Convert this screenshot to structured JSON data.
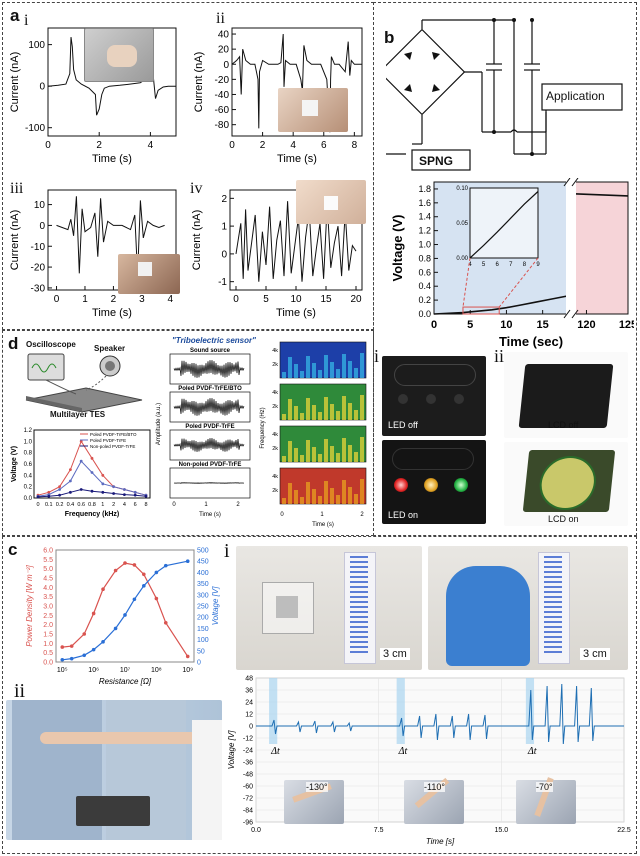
{
  "labels": {
    "a": "a",
    "b": "b",
    "c": "c",
    "d": "d",
    "a_i": "i",
    "a_ii": "ii",
    "a_iii": "iii",
    "a_iv": "iv",
    "b_i": "i",
    "b_ii": "ii",
    "c_i": "i",
    "c_ii": "ii"
  },
  "circuit": {
    "spng_label": "SPNG",
    "application_label": "Application"
  },
  "photos": {
    "led_off": "LED off",
    "led_on": "LED on",
    "lcd_off": "LCD off",
    "lcd_on": "LCD on",
    "scale_bar_1": "3 cm",
    "scale_bar_2": "3 cm",
    "angle_1": "-130°",
    "angle_2": "-110°",
    "angle_3": "-70°",
    "delta_t": "Δt"
  },
  "colors": {
    "trace": "#111111",
    "blue": "#2a6fd6",
    "red": "#d9534f",
    "pink_band": "#f6d4d8",
    "light_band": "#a9d4ef",
    "signal_blue": "#1f6fb3"
  },
  "d_panel": {
    "oscilloscope": "Oscilloscope",
    "speaker": "Speaker",
    "tes": "Multilayer TES",
    "sensor_title": "\"Triboelectric sensor\"",
    "rows": [
      "Sound source",
      "Poled PVDF-TrFE/BTO",
      "Poled PVDF-TrFE",
      "Non-poled PVDF-TrFE"
    ],
    "amp_label": "Amplitude (a.u.)",
    "freq_label": "Frequency (Hz)",
    "time_label": "Time (s)",
    "spec_ticks": [
      "4k",
      "2k"
    ]
  },
  "chart_data": [
    {
      "id": "a_i",
      "type": "line",
      "xlabel": "Time (s)",
      "ylabel": "Current (nA)",
      "xlim": [
        0,
        5
      ],
      "ylim": [
        -120,
        140
      ],
      "xticks": [
        "0",
        "2",
        "4"
      ],
      "yticks": [
        "100",
        "0",
        "-100"
      ],
      "series": [
        {
          "x": [
            0,
            0.4,
            0.7,
            0.85,
            0.9,
            0.95,
            1.0,
            1.1,
            1.3,
            1.6,
            1.85,
            1.9,
            2.0,
            2.1,
            2.2,
            2.4,
            2.8,
            3.2,
            3.6,
            3.9,
            4.0,
            4.05,
            4.1,
            4.2,
            4.3,
            4.5,
            4.7,
            5.0
          ],
          "y": [
            0,
            2,
            5,
            30,
            118,
            95,
            40,
            15,
            5,
            -5,
            -20,
            -70,
            -55,
            -20,
            -5,
            0,
            2,
            5,
            8,
            20,
            90,
            80,
            30,
            -30,
            -10,
            -2,
            0,
            0
          ]
        }
      ]
    },
    {
      "id": "a_ii",
      "type": "line",
      "xlabel": "Time (s)",
      "ylabel": "Current (nA)",
      "xlim": [
        0,
        8.5
      ],
      "ylim": [
        -95,
        48
      ],
      "xticks": [
        "0",
        "2",
        "4",
        "6",
        "8"
      ],
      "yticks": [
        "40",
        "20",
        "0",
        "-20",
        "-40",
        "-60",
        "-80"
      ],
      "series": [
        {
          "x": [
            0,
            0.3,
            0.5,
            0.6,
            0.7,
            0.9,
            1.2,
            1.5,
            1.7,
            1.75,
            1.8,
            2.0,
            2.4,
            3.0,
            3.2,
            3.35,
            3.4,
            3.5,
            3.8,
            4.2,
            4.5,
            4.6,
            4.7,
            4.9,
            5.2,
            5.8,
            6.2,
            6.4,
            6.45,
            6.5,
            6.7,
            7.0,
            7.4,
            7.6,
            7.7,
            7.8,
            8.0,
            8.5
          ],
          "y": [
            0,
            5,
            10,
            -40,
            20,
            5,
            0,
            0,
            -20,
            -85,
            -10,
            5,
            0,
            0,
            2,
            40,
            -30,
            5,
            0,
            0,
            -20,
            -35,
            25,
            5,
            0,
            0,
            -20,
            -90,
            -20,
            10,
            0,
            0,
            -10,
            30,
            -15,
            5,
            0,
            0
          ]
        }
      ]
    },
    {
      "id": "a_iii",
      "type": "line",
      "xlabel": "Time (s)",
      "ylabel": "Current (nA)",
      "xlim": [
        -0.3,
        4.2
      ],
      "ylim": [
        -31,
        17
      ],
      "xticks": [
        "0",
        "1",
        "2",
        "3",
        "4"
      ],
      "yticks": [
        "10",
        "0",
        "-10",
        "-20",
        "-30"
      ],
      "series": [
        {
          "x": [
            0,
            0.2,
            0.4,
            0.5,
            0.6,
            0.7,
            0.8,
            0.9,
            1.0,
            1.2,
            1.35,
            1.45,
            1.55,
            1.65,
            1.8,
            2.0,
            2.3,
            2.6,
            2.75,
            2.85,
            2.95,
            3.05,
            3.2,
            3.4,
            3.6,
            3.8
          ],
          "y": [
            0,
            -1,
            -2,
            3,
            -5,
            14,
            -23,
            8,
            -3,
            -1,
            6,
            -15,
            13,
            -8,
            2,
            0,
            0,
            -2,
            5,
            -24,
            12,
            -6,
            2,
            0,
            -1,
            0
          ]
        }
      ]
    },
    {
      "id": "a_iv",
      "type": "line",
      "xlabel": "Time (s)",
      "ylabel": "Current (nA)",
      "xlim": [
        -1,
        21
      ],
      "ylim": [
        -1.3,
        2.3
      ],
      "xticks": [
        "0",
        "5",
        "10",
        "15",
        "20"
      ],
      "yticks": [
        "2",
        "1",
        "0",
        "-1"
      ],
      "series": [
        {
          "x": [
            0,
            0.8,
            1.2,
            1.6,
            2.0,
            2.6,
            3.2,
            3.8,
            4.4,
            5.0,
            5.6,
            6.2,
            6.8,
            7.4,
            8.0,
            8.6,
            9.2,
            9.8,
            10.4,
            11.0,
            11.6,
            12.2,
            12.8,
            13.4,
            14.0,
            14.6,
            15.2,
            15.8,
            16.4,
            17.0,
            17.6,
            18.2,
            18.8,
            19.4,
            20.0
          ],
          "y": [
            0,
            1.1,
            -0.9,
            1.6,
            -0.6,
            0.4,
            1.4,
            -1.0,
            0.8,
            -0.4,
            1.7,
            -0.9,
            0.5,
            1.2,
            -0.8,
            1.9,
            -0.7,
            0.3,
            1.3,
            -1.0,
            0.6,
            1.6,
            -0.8,
            0.2,
            1.1,
            -0.9,
            1.8,
            -0.5,
            0.4,
            1.0,
            -0.8,
            1.5,
            -0.6,
            0.3,
            0.1
          ]
        }
      ]
    },
    {
      "id": "b_main",
      "type": "line",
      "xlabel": "Time (sec)",
      "ylabel": "Voltage (V)",
      "xlim": [
        0,
        125
      ],
      "ylim": [
        0,
        1.9
      ],
      "xticks": [
        "0",
        "5",
        "10",
        "15",
        "120",
        "125"
      ],
      "yticks": [
        "0.0",
        "0.2",
        "0.4",
        "0.6",
        "0.8",
        "1.0",
        "1.2",
        "1.4",
        "1.6",
        "1.8"
      ],
      "series": [
        {
          "x": [
            0,
            2,
            4,
            6,
            8,
            10,
            12,
            14,
            16,
            18.5
          ],
          "y": [
            0.0,
            0.01,
            0.02,
            0.04,
            0.06,
            0.09,
            0.13,
            0.17,
            0.21,
            0.26
          ]
        },
        {
          "x": [
            118.5,
            125
          ],
          "y": [
            1.73,
            1.7
          ]
        }
      ],
      "inset": {
        "xlim": [
          4,
          9
        ],
        "ylim": [
          0,
          0.1
        ],
        "xticks": [
          "4",
          "5",
          "6",
          "7",
          "8",
          "9"
        ],
        "yticks": [
          "0.10",
          "0.05",
          "0.00"
        ],
        "x": [
          4,
          5,
          6,
          7,
          8,
          9
        ],
        "y": [
          0.0,
          0.018,
          0.037,
          0.057,
          0.077,
          0.095
        ]
      }
    },
    {
      "id": "d_voltage",
      "type": "line",
      "xlabel": "Frequency (kHz)",
      "ylabel": "Voltage (V)",
      "xlim": [
        0,
        8
      ],
      "ylim": [
        0,
        1.2
      ],
      "xticks": [
        "0",
        "0.1",
        "0.2",
        "0.4",
        "0.6",
        "0.8",
        "1",
        "2",
        "4",
        "6",
        "8"
      ],
      "yticks": [
        "0.0",
        "0.2",
        "0.4",
        "0.6",
        "0.8",
        "1.0",
        "1.2"
      ],
      "legend": [
        "Poled PVDF-TrFE/BTO",
        "Poled PVDF-TrFE",
        "Non-poled PVDF-TrFE"
      ],
      "series": [
        {
          "name": "Poled PVDF-TrFE/BTO",
          "x": [
            0,
            1,
            2,
            3,
            4,
            5,
            6,
            7,
            8,
            9,
            10
          ],
          "y": [
            0.05,
            0.1,
            0.2,
            0.5,
            1.0,
            0.7,
            0.4,
            0.2,
            0.15,
            0.1,
            0.05
          ]
        },
        {
          "name": "Poled PVDF-TrFE",
          "x": [
            0,
            1,
            2,
            3,
            4,
            5,
            6,
            7,
            8,
            9,
            10
          ],
          "y": [
            0.03,
            0.06,
            0.15,
            0.3,
            0.65,
            0.45,
            0.25,
            0.2,
            0.15,
            0.1,
            0.05
          ]
        },
        {
          "name": "Non-poled PVDF-TrFE",
          "x": [
            0,
            1,
            2,
            3,
            4,
            5,
            6,
            7,
            8,
            9,
            10
          ],
          "y": [
            0.02,
            0.03,
            0.05,
            0.1,
            0.15,
            0.12,
            0.1,
            0.08,
            0.06,
            0.05,
            0.03
          ]
        }
      ]
    },
    {
      "id": "c_dual",
      "type": "line",
      "xlabel": "Resistance [Ω]",
      "ylabel": "Power Density [W m⁻²]",
      "ylabel_right": "Voltage [V]",
      "xlim": [
        4.8,
        9.2
      ],
      "ylim": [
        0,
        6.0
      ],
      "ylim_right": [
        0,
        500
      ],
      "yticks": [
        "0.0",
        "0.5",
        "1.0",
        "1.5",
        "2.0",
        "2.5",
        "3.0",
        "3.5",
        "4.0",
        "4.5",
        "5.0",
        "5.5",
        "6.0"
      ],
      "yticks_right": [
        "0",
        "50",
        "100",
        "150",
        "200",
        "250",
        "300",
        "350",
        "400",
        "450",
        "500"
      ],
      "xticks": [
        "10⁵",
        "10⁶",
        "10⁷",
        "10⁸",
        "10⁹"
      ],
      "series": [
        {
          "name": "Power Density",
          "x": [
            5.0,
            5.3,
            5.7,
            6.0,
            6.3,
            6.7,
            7.0,
            7.3,
            7.6,
            8.0,
            8.3,
            9.0
          ],
          "y": [
            0.8,
            0.85,
            1.5,
            2.6,
            3.9,
            4.9,
            5.3,
            5.2,
            4.7,
            3.4,
            2.1,
            0.3
          ]
        },
        {
          "name": "Voltage",
          "x": [
            5.0,
            5.3,
            5.7,
            6.0,
            6.3,
            6.7,
            7.0,
            7.3,
            7.6,
            8.0,
            8.3,
            9.0
          ],
          "y": [
            10,
            15,
            30,
            55,
            90,
            150,
            210,
            280,
            340,
            400,
            430,
            450
          ]
        }
      ]
    },
    {
      "id": "c_signal",
      "type": "line",
      "xlabel": "Time [s]",
      "ylabel": "Voltage [V]",
      "xlim": [
        0,
        22.5
      ],
      "ylim": [
        -96,
        48
      ],
      "xticks": [
        "0.0",
        "7.5",
        "15.0",
        "22.5"
      ],
      "yticks": [
        "48",
        "36",
        "24",
        "12",
        "0",
        "-12",
        "-24",
        "-36",
        "-48",
        "-60",
        "-72",
        "-84",
        "-96"
      ],
      "bands": [
        [
          0.8,
          1.3
        ],
        [
          8.6,
          9.1
        ],
        [
          16.5,
          17.0
        ]
      ],
      "spikes": [
        {
          "x": 1.1,
          "up": 6,
          "down": -8
        },
        {
          "x": 2.6,
          "up": 4,
          "down": -6
        },
        {
          "x": 3.6,
          "up": 5,
          "down": -7
        },
        {
          "x": 4.7,
          "up": 4,
          "down": -6
        },
        {
          "x": 5.7,
          "up": 3,
          "down": -5
        },
        {
          "x": 8.9,
          "up": 8,
          "down": -10
        },
        {
          "x": 10.0,
          "up": 10,
          "down": -12
        },
        {
          "x": 11.0,
          "up": 12,
          "down": -14
        },
        {
          "x": 12.0,
          "up": 10,
          "down": -12
        },
        {
          "x": 13.0,
          "up": 12,
          "down": -14
        },
        {
          "x": 14.0,
          "up": 11,
          "down": -13
        },
        {
          "x": 16.8,
          "up": 36,
          "down": -14
        },
        {
          "x": 17.8,
          "up": 40,
          "down": -16
        },
        {
          "x": 18.7,
          "up": 42,
          "down": -18
        },
        {
          "x": 19.6,
          "up": 40,
          "down": -16
        },
        {
          "x": 20.5,
          "up": 38,
          "down": -15
        }
      ]
    }
  ]
}
